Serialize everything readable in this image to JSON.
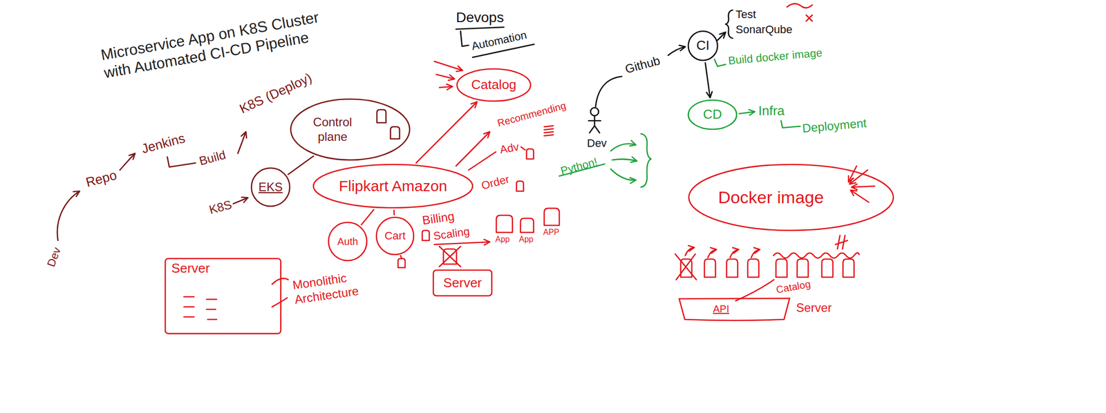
{
  "diagram": {
    "title": "Microservice App on K8S Cluster with Automated CI-CD Pipeline",
    "nodes": [
      {
        "text": [
          "Control plane"
        ]
      },
      {
        "text": [
          "EKS"
        ]
      },
      {
        "text": [
          "Flipkart Amazon"
        ]
      },
      {
        "text": [
          "Catalog"
        ]
      },
      {
        "text": [
          "Auth"
        ]
      },
      {
        "text": [
          "Cart"
        ]
      },
      {
        "text": [
          "Server"
        ]
      },
      {
        "text": [
          "Server"
        ]
      },
      {
        "text": [
          "CI"
        ]
      },
      {
        "text": [
          "CD"
        ]
      },
      {
        "text": [
          "Docker image"
        ]
      },
      {
        "text": [
          "API",
          "Server"
        ]
      }
    ],
    "edges": [
      {
        "from": 1,
        "to": 0,
        "arrow": "none"
      },
      {
        "from": 2,
        "to": 3,
        "arrow": "to"
      },
      {
        "from": 2,
        "to": 4,
        "arrow": "none"
      },
      {
        "from": 2,
        "to": 5,
        "arrow": "none"
      },
      {
        "from": 8,
        "to": 9,
        "arrow": "to"
      }
    ],
    "labels": [
      "Devops",
      "Automation",
      "Repo",
      "Jenkins",
      "Build",
      "K8S (Deploy)",
      "Dev",
      "K8S",
      "Recommending",
      "Adv",
      "Order",
      "Billing",
      "Scaling",
      "App",
      "App",
      "APP",
      "Monolithic Architecture",
      "Github",
      "Dev",
      "Test",
      "SonarQube",
      "Build docker image",
      "Infra",
      "Deployment",
      "Python!",
      "Catalog"
    ]
  }
}
